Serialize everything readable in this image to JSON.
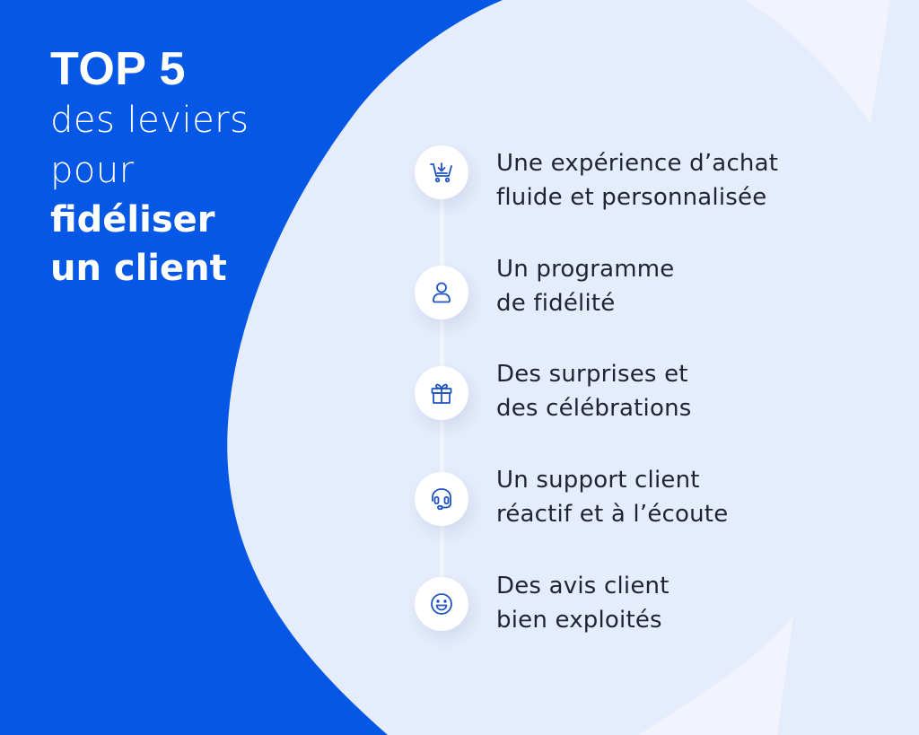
{
  "colors": {
    "primary_blue": "#0557e6",
    "panel_light": "#e5ecfb",
    "accent_shape": "#f1f4fd",
    "icon_stroke": "#1f54c4",
    "text_dark": "#1f2433",
    "white": "#ffffff"
  },
  "headline": {
    "top": "TOP 5",
    "line1": "des leviers",
    "line2": "pour",
    "line3": "fidéliser",
    "line4": "un client"
  },
  "items": [
    {
      "icon": "cart-download-icon",
      "line1": "Une expérience d’achat",
      "line2": "fluide et personnalisée"
    },
    {
      "icon": "user-icon",
      "line1": "Un programme",
      "line2": "de fidélité"
    },
    {
      "icon": "gift-icon",
      "line1": "Des surprises et",
      "line2": "des célébrations"
    },
    {
      "icon": "headset-icon",
      "line1": "Un support client",
      "line2": "réactif et à l’écoute"
    },
    {
      "icon": "smiley-icon",
      "line1": "Des avis client",
      "line2": "bien exploités"
    }
  ]
}
